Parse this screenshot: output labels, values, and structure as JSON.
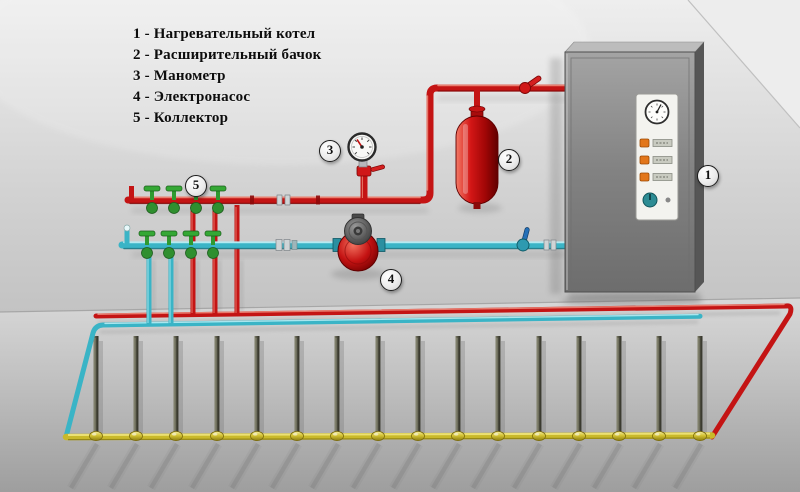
{
  "legend": {
    "items": [
      {
        "text": "1 - Нагревательный котел"
      },
      {
        "text": "2 - Расширительный бачок"
      },
      {
        "text": "3 - Манометр"
      },
      {
        "text": "4 - Электронасос"
      },
      {
        "text": "5 - Коллектор"
      }
    ]
  },
  "callouts": [
    {
      "num": "1"
    },
    {
      "num": "2"
    },
    {
      "num": "3"
    },
    {
      "num": "4"
    },
    {
      "num": "5"
    }
  ],
  "colors": {
    "hot_pipe": "#c41414",
    "cold_pipe": "#3ab4c6",
    "floor_feed_pipe": "#c9b92a",
    "expansion_tank": "#c01010",
    "valve_handle": "#2f9a2f",
    "wall": "#d9d9d9"
  }
}
